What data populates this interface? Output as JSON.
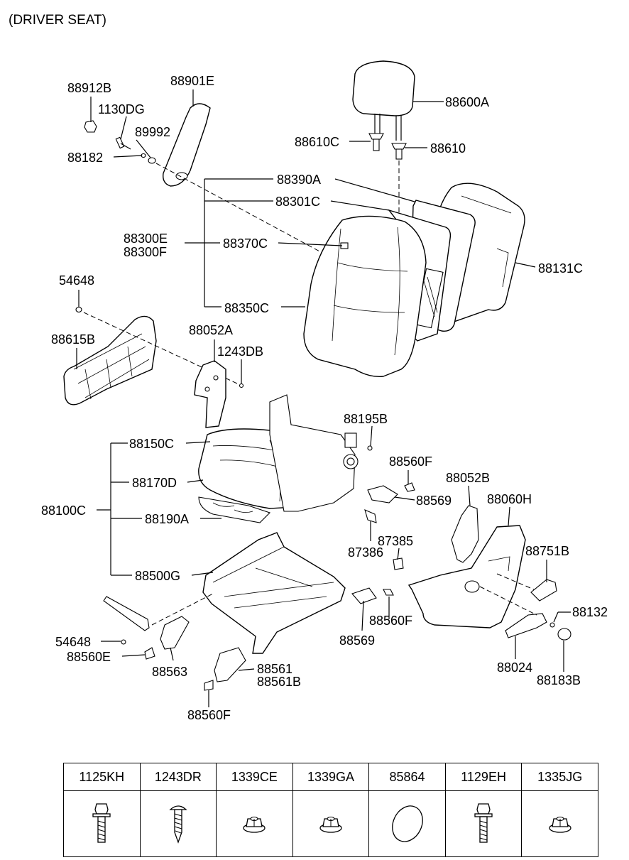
{
  "title": "(DRIVER SEAT)",
  "labels": {
    "l88912B": "88912B",
    "l1130DG": "1130DG",
    "l89992": "89992",
    "l88182": "88182",
    "l88901E": "88901E",
    "l88600A": "88600A",
    "l88610C": "88610C",
    "l88610": "88610",
    "l88390A": "88390A",
    "l88301C": "88301C",
    "l88300E": "88300E",
    "l88300F": "88300F",
    "l88370C": "88370C",
    "l88131C": "88131C",
    "l54648a": "54648",
    "l88350C": "88350C",
    "l88615B": "88615B",
    "l88052A": "88052A",
    "l1243DB": "1243DB",
    "l88195B": "88195B",
    "l88150C": "88150C",
    "l88560Fa": "88560F",
    "l88170D": "88170D",
    "l88052B": "88052B",
    "l88569a": "88569",
    "l88060H": "88060H",
    "l88100C": "88100C",
    "l88190A": "88190A",
    "l87385": "87385",
    "l87386": "87386",
    "l88751B": "88751B",
    "l88500G": "88500G",
    "l88560Fb": "88560F",
    "l88132": "88132",
    "l54648b": "54648",
    "l88569b": "88569",
    "l88560E": "88560E",
    "l88563": "88563",
    "l88024": "88024",
    "l88561": "88561",
    "l88561B": "88561B",
    "l88183B": "88183B",
    "l88560Fc": "88560F"
  },
  "fasteners": [
    {
      "code": "1125KH",
      "icon": "flange-bolt-icon"
    },
    {
      "code": "1243DR",
      "icon": "tapping-screw-icon"
    },
    {
      "code": "1339CE",
      "icon": "flange-nut-icon"
    },
    {
      "code": "1339GA",
      "icon": "flange-nut-icon"
    },
    {
      "code": "85864",
      "icon": "round-cap-icon"
    },
    {
      "code": "1129EH",
      "icon": "flange-bolt-icon"
    },
    {
      "code": "1335JG",
      "icon": "flange-nut-icon"
    }
  ]
}
